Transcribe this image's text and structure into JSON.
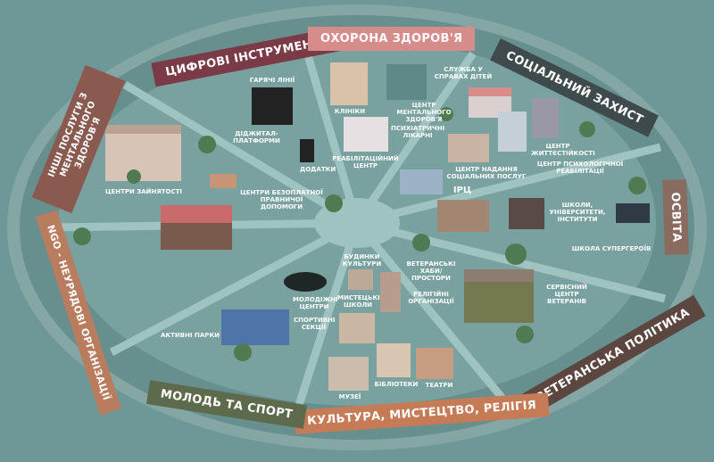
{
  "sectors": [
    {
      "label": "ЦИФРОВІ ІНСТРУМЕНТИ",
      "color": "#7a3b46"
    },
    {
      "label": "ОХОРОНА ЗДОРОВ'Я",
      "color": "#d68c8a"
    },
    {
      "label": "СОЦІАЛЬНИЙ ЗАХИСТ",
      "color": "#3e4a4b"
    },
    {
      "label": "ОСВІТА",
      "color": "#8a6b60"
    },
    {
      "label": "ВЕТЕРАНСЬКА ПОЛІТИКА",
      "color": "#5b4640"
    },
    {
      "label": "КУЛЬТУРА, МИСТЕЦТВО, РЕЛІГІЯ",
      "color": "#c57b55"
    },
    {
      "label": "МОЛОДЬ ТА СПОРТ",
      "color": "#5d6a4b"
    },
    {
      "label": "NGO - НЕУРЯДОВІ ОРГАНІЗАЦІЇ",
      "color": "#b97c5f"
    },
    {
      "label": "ІНШІ ПОСЛУГИ З МЕНТАЛЬНОГО ЗДОРОВ'Я",
      "color": "#8a5a50"
    }
  ],
  "places": {
    "hotlines": "ГАРЯЧІ ЛІНІЇ",
    "platforms": "ДІДЖИТАЛ-ПЛАТФОРМИ",
    "apps": "ДОДАТКИ",
    "legal_aid": "ЦЕНТРИ БЕЗОПЛАТНОЇ ПРАВНИЧОЇ ДОПОМОГИ",
    "employment": "ЦЕНТРИ ЗАЙНЯТОСТІ",
    "clinics": "КЛІНІКИ",
    "mental_center": "ЦЕНТР МЕНТАЛЬНОГО ЗДОРОВ'Я",
    "psych_hospitals": "ПСИХІАТРИЧНІ ЛІКАРНІ",
    "rehab": "РЕАБІЛІТАЦІЙНИЙ ЦЕНТР",
    "children_service": "СЛУЖБА У СПРАВАХ ДІТЕЙ",
    "resilience": "ЦЕНТР ЖИТТЄСТІЙКОСТІ",
    "social_services": "ЦЕНТР НАДАННЯ СОЦІАЛЬНИХ ПОСЛУГ",
    "psych_rehab": "ЦЕНТР ПСИХОЛОГІЧНОЇ РЕАБІЛІТАЦІЇ",
    "irc": "ІРЦ",
    "schools": "ШКОЛИ, УНІВЕРСИТЕТИ, ІНСТИТУТИ",
    "superheroes": "ШКОЛА СУПЕРГЕРОЇВ",
    "vet_hubs": "ВЕТЕРАНСЬКІ ХАБИ/ ПРОСТОРИ",
    "vet_service": "СЕРВІСНИЙ ЦЕНТР ВЕТЕРАНІВ",
    "youth": "МОЛОДІЖНІ ЦЕНТРИ",
    "sports": "СПОРТИВНІ СЕКЦІЇ",
    "parks": "АКТИВНІ ПАРКИ",
    "culture_houses": "БУДИНКИ КУЛЬТУРИ",
    "art_schools": "МИСТЕЦЬКІ ШКОЛИ",
    "religious": "РЕЛІГІЙНІ ОРГАНІЗАЦІЇ",
    "museums": "МУЗЕЇ",
    "libraries": "БІБЛІОТЕКИ",
    "theaters": "ТЕАТРИ"
  }
}
